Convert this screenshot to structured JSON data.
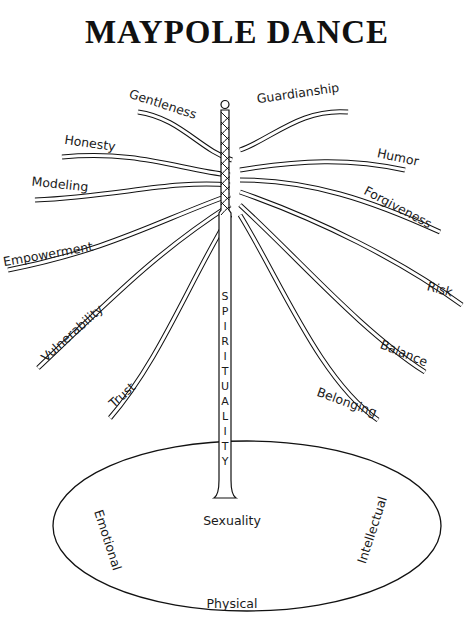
{
  "diagram": {
    "title": "MAYPOLE DANCE",
    "nodes": [
      {
        "text": [
          "SPIRITUALITY"
        ]
      },
      {
        "text": [
          "Sexuality",
          "Emotional",
          "Intellectual",
          "Physical"
        ]
      }
    ],
    "labels": [
      "Gentleness",
      "Guardianship",
      "Honesty",
      "Humor",
      "Modeling",
      "Forgiveness",
      "Empowerment",
      "Risk",
      "Vulnerability",
      "Balance",
      "Trust",
      "Belonging"
    ]
  }
}
